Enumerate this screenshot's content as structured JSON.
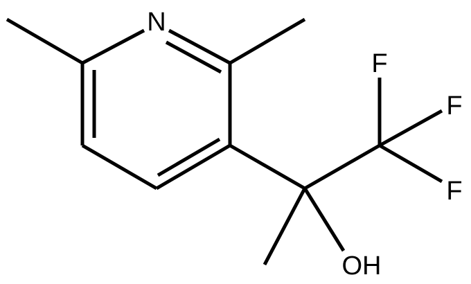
{
  "atoms": {
    "nitrogen": "N",
    "fluorine_top": "F",
    "fluorine_middle": "F",
    "fluorine_bottom": "F",
    "hydroxyl": "OH"
  },
  "colors": {
    "bond": "#000000",
    "label": "#000000",
    "background": "#ffffff"
  }
}
